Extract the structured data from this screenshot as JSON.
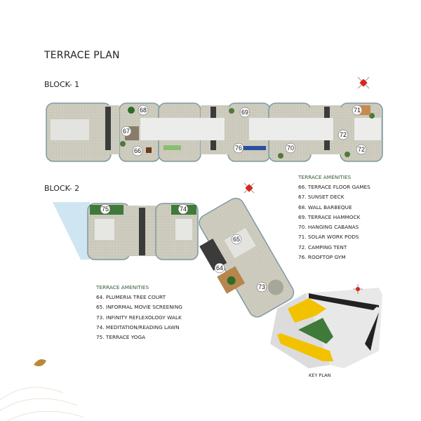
{
  "page_title": "TERRACE PLAN",
  "block1": {
    "label": "BLOCK- 1",
    "markers": [
      "68",
      "67",
      "66",
      "69",
      "76",
      "70",
      "71",
      "72",
      "72"
    ]
  },
  "block2": {
    "label": "BLOCK- 2",
    "markers": [
      "75",
      "74",
      "65",
      "64",
      "73"
    ]
  },
  "amenities_block1": {
    "heading": "TERRACE AMENITIES",
    "items": [
      "66. TERRACE FLOOR GAMES",
      "67. SUNSET DECK",
      "68. WALL BARBEQUE",
      "69. TERRACE HAMMOCK",
      "70. HANGING CABANAS",
      "71. SOLAR WORK PODS",
      "72. CAMPING TENT",
      "76. ROOFTOP GYM"
    ]
  },
  "amenities_block2": {
    "heading": "TERRACE AMENITIES",
    "items": [
      "64. PLUMERIA TREE COURT",
      "65. INFORMAL MOVIE SCREENING",
      "73. INFINITY REFLEXOLOGY WALK",
      "74. MEDITATION/READING LAWN",
      "75. TERRACE YOGA"
    ]
  },
  "key_plan": {
    "label": "KEY PLAN"
  },
  "icons": [
    "compass-icon",
    "leaf-logo-icon"
  ],
  "colors": {
    "heading_green": "#2f5b3a",
    "floor_tile": "#c9c7b8",
    "lawn": "#3f7a3a",
    "unit_yellow": "#f2c200",
    "compass_red": "#d9261c"
  }
}
